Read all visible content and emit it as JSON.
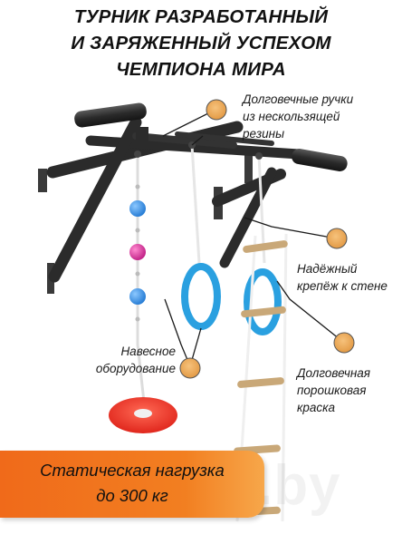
{
  "title": {
    "line1": "ТУРНИК РАЗРАБОТАННЫЙ",
    "line2": "И ЗАРЯЖЕННЫЙ УСПЕХОМ",
    "line3": "ЧЕМПИОНА МИРА"
  },
  "callouts": {
    "handles": {
      "line1": "Долговечные ручки",
      "line2": "из нескользящей",
      "line3": "резины"
    },
    "mount": {
      "line1": "Надёжный",
      "line2": "крепёж к стене"
    },
    "equipment": {
      "line1": "Навесное",
      "line2": "оборудование"
    },
    "paint": {
      "line1": "Долговечная",
      "line2": "порошковая",
      "line3": "краска"
    }
  },
  "banner": {
    "line1": "Статическая нагрузка",
    "line2": "до 300 кг"
  },
  "watermark": "2VEK.by",
  "colors": {
    "accent_orange": "#f27f21",
    "marker": "#e9a657",
    "frame": "#2b2b2b",
    "ring": "#2aa0e0",
    "swing": "#e8322a",
    "bead_blue": "#3a8fe0",
    "bead_pink": "#d83a9a"
  },
  "icons": {
    "marker": "dot-marker-icon"
  }
}
